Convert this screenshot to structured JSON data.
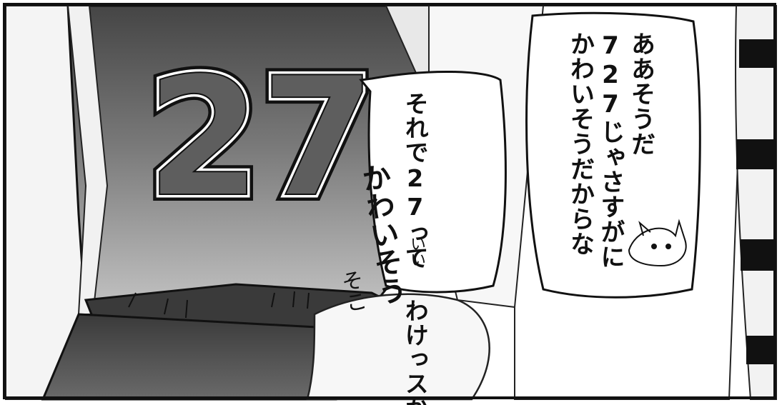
{
  "panel": {
    "jersey_number": "27",
    "bubble_right": {
      "lines": [
        "ああそうだ",
        "727じゃさすがに",
        "かわいそうだからな"
      ]
    },
    "bubble_center": {
      "lines": [
        "それで27って",
        "わけっスか"
      ]
    },
    "sfx": {
      "kawaii": "かわいそう",
      "soko": "そこ",
      "ii": "いい"
    }
  },
  "colors": {
    "ink": "#111111",
    "paper": "#ffffff",
    "tone_dark": "#4a4a4a",
    "tone_light": "#d9d9d9"
  }
}
